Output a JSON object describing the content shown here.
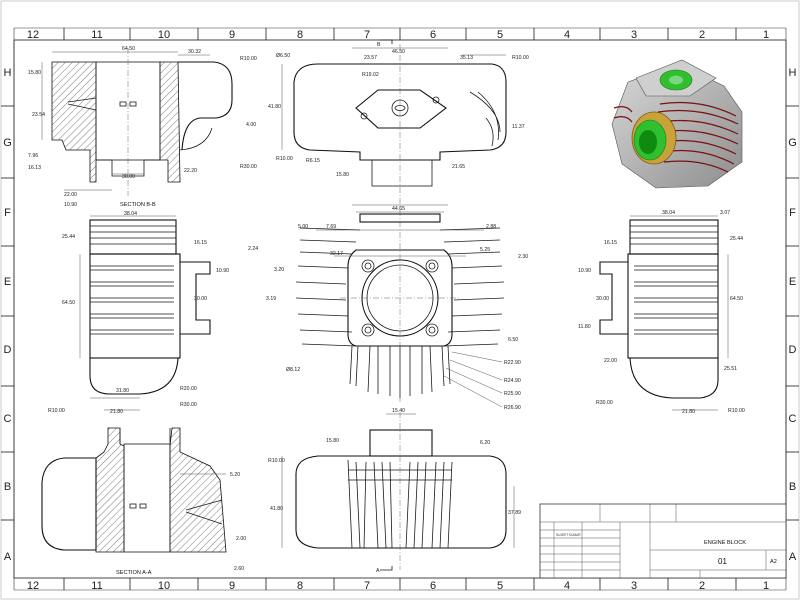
{
  "zones": {
    "cols": [
      "12",
      "11",
      "10",
      "9",
      "8",
      "7",
      "6",
      "5",
      "4",
      "3",
      "2",
      "1"
    ],
    "rows": [
      "H",
      "G",
      "F",
      "E",
      "D",
      "C",
      "B",
      "A"
    ]
  },
  "section_labels": {
    "bb": "SECTION B-B",
    "aa": "SECTION A-A"
  },
  "cut_markers": {
    "top": "B",
    "bottom": "A"
  },
  "dims": {
    "sbb_64_50": "64.50",
    "sbb_30_32": "30.32",
    "sbb_r10": "R10.00",
    "sbb_15_80": "15.80",
    "sbb_23_54": "23.54",
    "sbb_4_00": "4.00",
    "sbb_7_96": "7.96",
    "sbb_16_13": "16.13",
    "sbb_22_00": "22.00",
    "sbb_30_00": "30.00",
    "sbb_22_20": "22.20",
    "sbb_r30": "R30.00",
    "sbb_10_90": "10.90",
    "top_46_50": "46.50",
    "top_23_57": "23.57",
    "top_35_13": "35.13",
    "top_r10a": "R10.00",
    "top_d650": "Ø6.50",
    "top_r19": "R19.02",
    "top_41_80": "41.80",
    "top_11_37": "11.37",
    "top_r10b": "R10.00",
    "top_r615": "R6.15",
    "top_15_80": "15.80",
    "top_21_65": "21.65",
    "fr_44_65": "44.65",
    "fr_5_00": "5.00",
    "fr_7_69": "7.69",
    "fr_2_88": "2.88",
    "fr_32_17": "32.17",
    "fr_5_25": "5.25",
    "fr_2_30": "2.30",
    "fr_3_20": "3.20",
    "fr_3_19": "3.19",
    "fr_6_50": "6.50",
    "fr_d812": "Ø8.12",
    "fr_r22": "R22.90",
    "fr_r24": "R24.90",
    "fr_r25": "R25.90",
    "fr_r26": "R26.90",
    "ls_38_04": "38.04",
    "ls_25_44": "25.44",
    "ls_16_15": "16.15",
    "ls_2_24": "2.24",
    "ls_10_90": "10.90",
    "ls_64_50": "64.50",
    "ls_30_00": "30.00",
    "ls_31_80": "31.80",
    "ls_r20": "R20.00",
    "ls_r10": "R10.00",
    "ls_21_80": "21.80",
    "ls_r30": "R30.00",
    "rs_38_04": "38.04",
    "rs_3_07": "3.07",
    "rs_16_15": "16.15",
    "rs_25_44": "25.44",
    "rs_10_90": "10.90",
    "rs_64_50": "64.50",
    "rs_30_00": "30.00",
    "rs_11_80": "11.80",
    "rs_22_00": "22.00",
    "rs_25_51": "25.51",
    "rs_r30": "R30.00",
    "rs_21_80": "21.80",
    "rs_r10": "R10.00",
    "bt_15_40": "15.40",
    "bt_15_80": "15.80",
    "bt_6_20": "6.20",
    "bt_r10": "R10.00",
    "bt_41_80": "41.80",
    "bt_37_89": "37.89",
    "saa_5_20": "5.20",
    "saa_2_00": "2.00",
    "saa_2_60": "2.60"
  },
  "title_block": {
    "title": "ENGINE BLOCK",
    "sheet_no": "01",
    "size": "A2",
    "drawn_by": "SUJEET KUMAR"
  },
  "colors": {
    "iso_body": "#b9b9b9",
    "iso_green": "#2fbf2f",
    "iso_bronze": "#c9a23a",
    "iso_fin_edge": "#7a1010"
  }
}
